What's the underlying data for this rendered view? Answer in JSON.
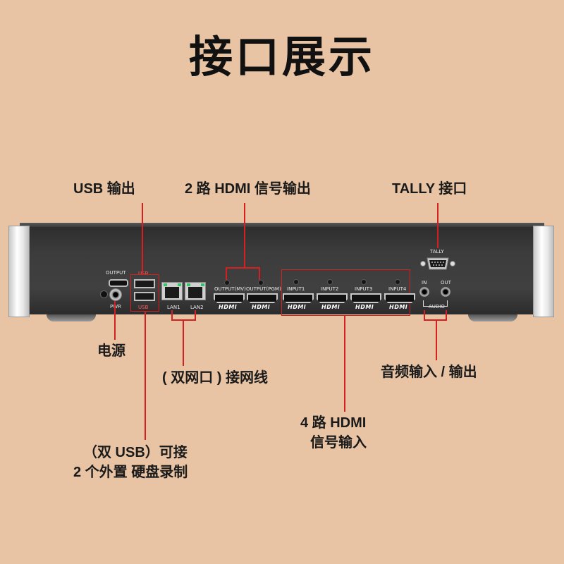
{
  "title": "接口展示",
  "callouts": {
    "usb_output": "USB 输出",
    "hdmi_output": "2 路 HDMI 信号输出",
    "tally": "TALLY 接口",
    "power": "电源",
    "network_line1": "( 双网口 ) 接网线",
    "audio": "音频输入 / 输出",
    "hdmi_input_line1": "4 路 HDMI",
    "hdmi_input_line2": "信号输入",
    "usb_storage_line1": "（双 USB）可接",
    "usb_storage_line2": "2 个外置 硬盘录制"
  },
  "panel": {
    "output": "OUTPUT",
    "usb_top": "USB",
    "usb_bottom": "USB",
    "pwr": "PWR",
    "lan1": "LAN1",
    "lan2": "LAN2",
    "output_mv": "OUTPUT(MV)",
    "output_pgm": "OUTPUT(PGM)",
    "input1": "INPUT1",
    "input2": "INPUT2",
    "input3": "INPUT3",
    "input4": "INPUT4",
    "tally": "TALLY",
    "audio_in": "IN",
    "audio_out": "OUT",
    "audio": "AUDIO",
    "hdmi_logo": "HDMI"
  },
  "colors": {
    "background": "#e8c4a4",
    "callout_line": "#d42020",
    "panel": "#3a3a3a"
  }
}
